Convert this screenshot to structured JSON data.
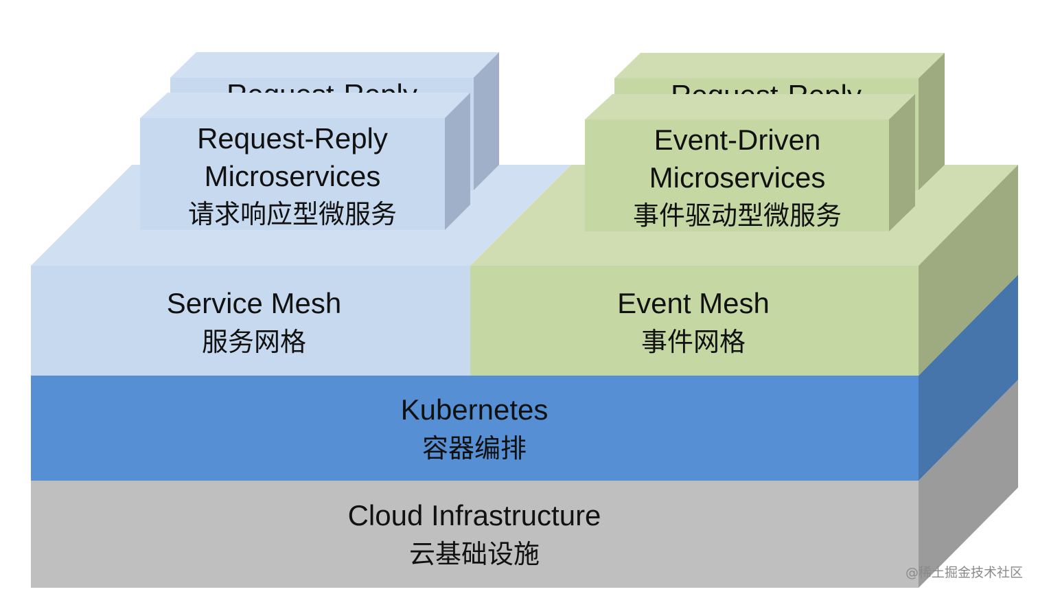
{
  "title": "Cloud-native architecture stack: Request-Reply vs Event-Driven",
  "colors": {
    "service_mesh_front": "#c6d9ef",
    "service_mesh_top": "#d0e0f2",
    "service_mesh_side": "#9fb0c8",
    "event_mesh_front": "#c5d8a4",
    "event_mesh_top": "#d0ddb2",
    "event_mesh_side": "#9eab80",
    "kubernetes_front": "#568fd3",
    "kubernetes_side": "#4575ab",
    "cloud_front": "#bfbfbf",
    "cloud_side": "#9b9b9b",
    "text": "#111111",
    "watermark": "#8a8a8a"
  },
  "layers": {
    "cloud": {
      "en": "Cloud Infrastructure",
      "zh": "云基础设施"
    },
    "kubernetes": {
      "en": "Kubernetes",
      "zh": "容器编排"
    },
    "service_mesh": {
      "en": "Service Mesh",
      "zh": "服务网格"
    },
    "event_mesh": {
      "en": "Event Mesh",
      "zh": "事件网格"
    }
  },
  "boxes": {
    "request_reply_back": {
      "en": "Request-Reply"
    },
    "request_reply_front": {
      "en_line1": "Request-Reply",
      "en_line2": "Microservices",
      "zh": "请求响应型微服务"
    },
    "event_driven_back": {
      "en": "Request-Reply"
    },
    "event_driven_front": {
      "en_line1": "Event-Driven",
      "en_line2": "Microservices",
      "zh": "事件驱动型微服务"
    }
  },
  "watermark": "@稀土掘金技术社区"
}
